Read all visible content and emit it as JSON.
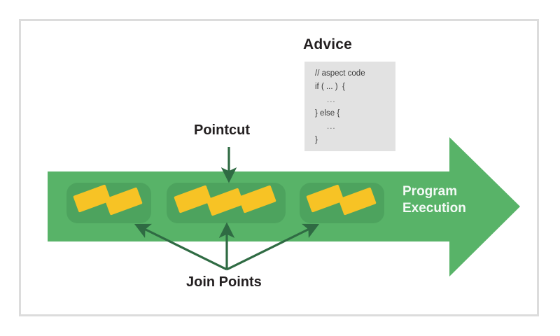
{
  "diagram": {
    "title_advice": "Advice",
    "label_pointcut": "Pointcut",
    "label_joinpoints": "Join Points",
    "label_execution_line1": "Program",
    "label_execution_line2": "Execution",
    "advice_code": [
      "// aspect code",
      "if ( ... )  {",
      "...",
      "} else {",
      "...",
      "}"
    ],
    "colors": {
      "arrow_green": "#58b368",
      "group_green": "#4da35e",
      "block_yellow": "#f7c325",
      "pointer_dark_green": "#2f6b43",
      "frame_gray": "#dcdcdc",
      "code_box_gray": "#e2e2e2",
      "text_dark": "#231f20",
      "text_on_green": "#f4faf6"
    },
    "groups": [
      {
        "name": "join-point-group-1",
        "block_count": 2
      },
      {
        "name": "join-point-group-2",
        "block_count": 3
      },
      {
        "name": "join-point-group-3",
        "block_count": 2
      }
    ]
  }
}
